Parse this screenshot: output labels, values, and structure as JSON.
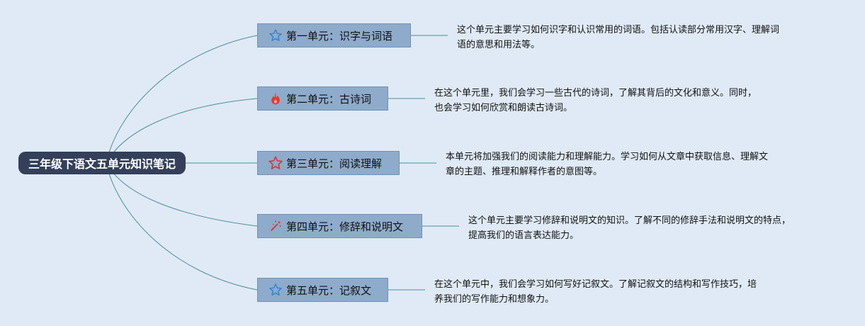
{
  "root": {
    "title": "三年级下语文五单元知识笔记"
  },
  "units": [
    {
      "label": "第一单元：识字与词语",
      "icon": "star-outline-icon",
      "icon_color": "#2f86d3",
      "desc_lines": [
        "这个单元主要学习如何识字和认识常用的词语。包括认读部分常用汉字、理解词",
        "语的意思和用法等。"
      ]
    },
    {
      "label": "第二单元：古诗词",
      "icon": "fire-icon",
      "icon_color": "#e23b2e",
      "desc_lines": [
        "在这个单元里，我们会学习一些古代的诗词，了解其背后的文化和意义。同时，",
        "也会学习如何欣赏和朗读古诗词。"
      ]
    },
    {
      "label": "第三单元：阅读理解",
      "icon": "star-outline-red-icon",
      "icon_color": "#d9343a",
      "desc_lines": [
        "本单元将加强我们的阅读能力和理解能力。学习如何从文章中获取信息、理解文",
        "章的主题、推理和解释作者的意图等。"
      ]
    },
    {
      "label": "第四单元：修辞和说明文",
      "icon": "magic-wand-icon",
      "icon_color": "#d9343a",
      "desc_lines": [
        "这个单元主要学习修辞和说明文的知识。了解不同的修辞手法和说明文的特点，",
        "提高我们的语言表达能力。"
      ]
    },
    {
      "label": "第五单元：记叙文",
      "icon": "star-outline-icon",
      "icon_color": "#2f86d3",
      "desc_lines": [
        "在这个单元中，我们会学习如何写好记叙文。了解记叙文的结构和写作技巧，培",
        "养我们的写作能力和想象力。"
      ]
    }
  ],
  "colors": {
    "background": "#dfeaf6",
    "root_fill": "#34405a",
    "node_fill": "#8eabcb",
    "connector": "#4f8d98"
  }
}
